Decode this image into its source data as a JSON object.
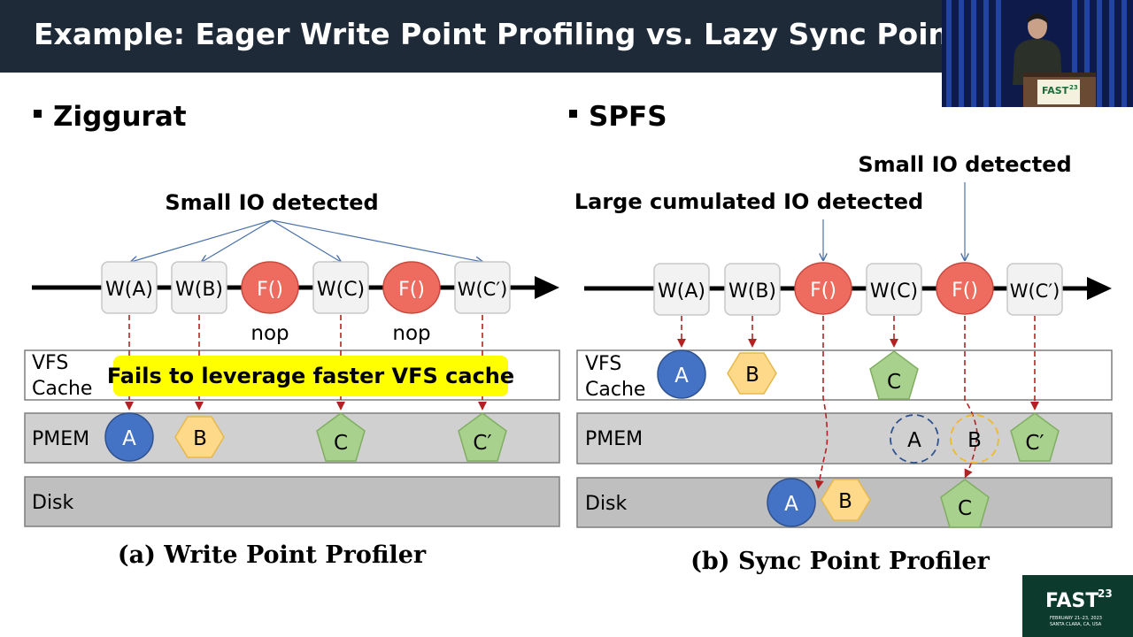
{
  "slide": {
    "title": "Example: Eager Write Point Profiling vs. Lazy Sync Point Profi"
  },
  "left": {
    "heading": "Ziggurat",
    "annotation": "Small IO detected",
    "ops": [
      "W(A)",
      "W(B)",
      "F()",
      "W(C)",
      "F()",
      "W(C′)"
    ],
    "nop_label": "nop",
    "layers": {
      "vfs": [
        "VFS",
        "Cache"
      ],
      "pmem": "PMEM",
      "disk": "Disk"
    },
    "callout": "Fails to leverage faster VFS cache",
    "pmem_blocks": [
      "A",
      "B",
      "C",
      "C′"
    ],
    "caption": "(a) Write Point Profiler"
  },
  "right": {
    "heading": "SPFS",
    "annotation_small": "Small IO detected",
    "annotation_large": "Large cumulated IO detected",
    "ops": [
      "W(A)",
      "W(B)",
      "F()",
      "W(C)",
      "F()",
      "W(C′)"
    ],
    "layers": {
      "vfs": [
        "VFS",
        "Cache"
      ],
      "pmem": "PMEM",
      "disk": "Disk"
    },
    "vfs_blocks": [
      "A",
      "B",
      "C"
    ],
    "pmem_blocks": [
      "A",
      "B",
      "C′"
    ],
    "disk_blocks": [
      "A",
      "B",
      "C"
    ],
    "caption": "(b) Sync Point Profiler"
  },
  "video": {
    "podium_logo": "FAST",
    "podium_logo_sup": "23"
  },
  "conference_logo": {
    "name": "FAST",
    "sup": "23",
    "dates": "FEBRUARY 21–23, 2023",
    "location": "SANTA CLARA, CA, USA"
  },
  "colors": {
    "title_bar": "#1e2a38",
    "op_box_fill": "#f2f2f2",
    "flush_red": "#ee6b5f",
    "block_a_blue": "#4472c4",
    "block_b_yellow": "#ffd98a",
    "block_c_green": "#a9d18e",
    "arrow_dashed": "#b22222",
    "callout_yellow": "#ffff00",
    "layer_gray": "#d0d0d0",
    "disk_gray": "#bfbfbf"
  }
}
